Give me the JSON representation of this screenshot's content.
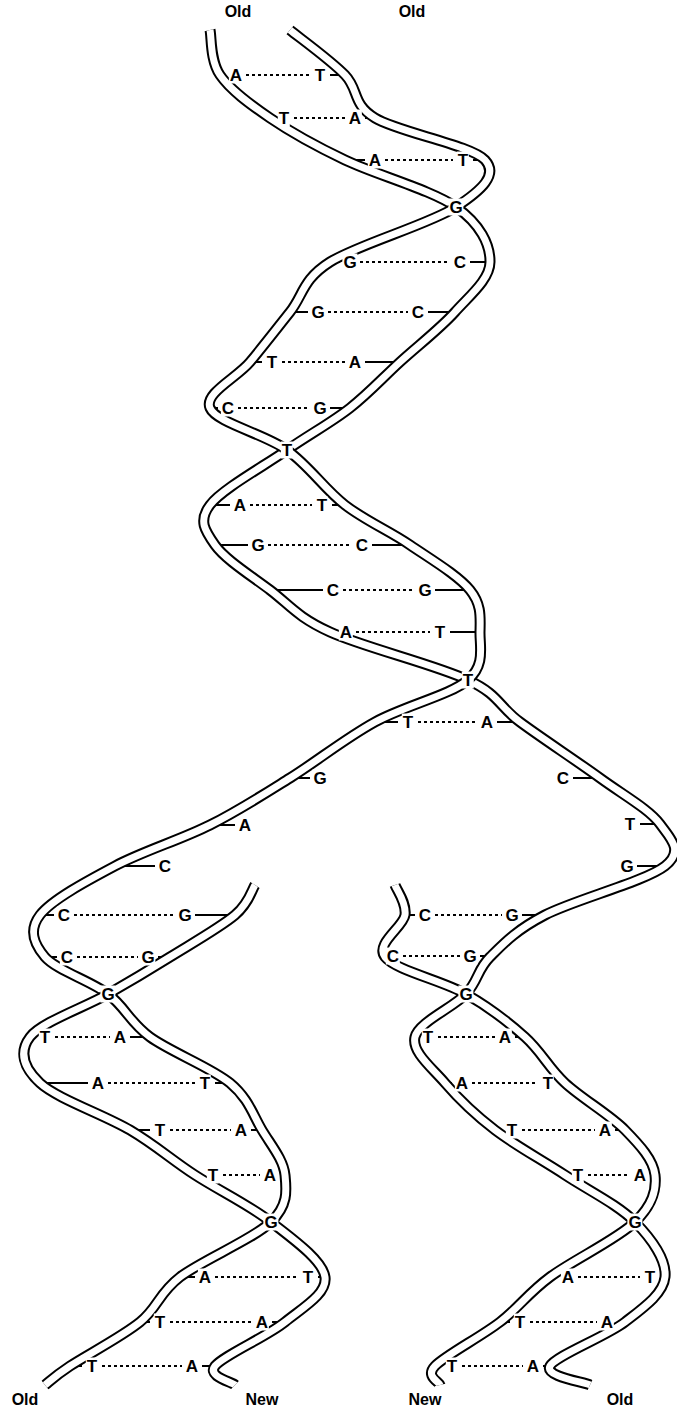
{
  "diagram": {
    "labels": [
      "Old",
      "Old",
      "A",
      "T",
      "T",
      "A",
      "A",
      "T",
      "G",
      "G",
      "C",
      "G",
      "C",
      "T",
      "A",
      "C",
      "G",
      "T",
      "A",
      "T",
      "G",
      "C",
      "C",
      "G",
      "A",
      "T",
      "T",
      "T",
      "A",
      "G",
      "C",
      "A",
      "T",
      "C",
      "G",
      "C",
      "G",
      "C",
      "G",
      "C",
      "G",
      "C",
      "G",
      "G",
      "G",
      "T",
      "A",
      "T",
      "A",
      "A",
      "T",
      "A",
      "T",
      "T",
      "A",
      "T",
      "A",
      "T",
      "A",
      "T",
      "A",
      "G",
      "G",
      "A",
      "T",
      "A",
      "T",
      "T",
      "A",
      "T",
      "A",
      "T",
      "A",
      "T",
      "A",
      "Old",
      "New",
      "New",
      "Old"
    ]
  }
}
